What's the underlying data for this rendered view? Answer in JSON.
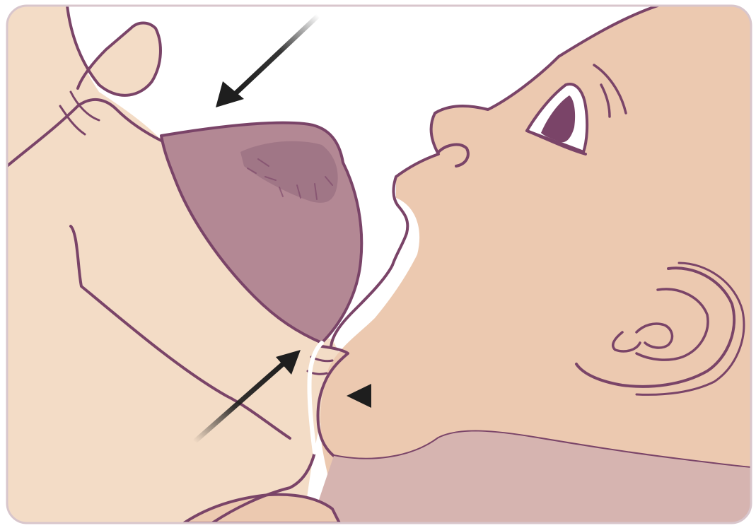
{
  "illustration": {
    "colors": {
      "skin_light": "#f3dcc6",
      "skin_baby": "#ecc9b0",
      "areola": "#b38894",
      "areola_dark": "#9e7080",
      "outline": "#7a4468",
      "background": "#ffffff",
      "frame_border": "#d8c6cc",
      "arrow": "#1e1e1e",
      "chin_shadow": "#d6b4b0"
    },
    "arrows": [
      {
        "name": "arrow-top",
        "points_to": "upper-breast"
      },
      {
        "name": "arrow-lower-lip",
        "points_to": "lower-lip-area"
      },
      {
        "name": "arrow-chin",
        "points_to": "baby-chin"
      }
    ]
  }
}
